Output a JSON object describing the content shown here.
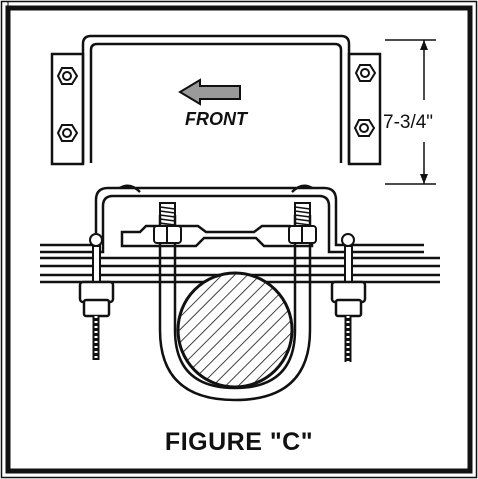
{
  "figure": {
    "title": "FIGURE \"C\"",
    "direction_label": "FRONT",
    "dimension_label": "7-3/4\"",
    "colors": {
      "line": "#111111",
      "arrow_fill": "#9a9a9a",
      "background": "#ffffff"
    }
  }
}
